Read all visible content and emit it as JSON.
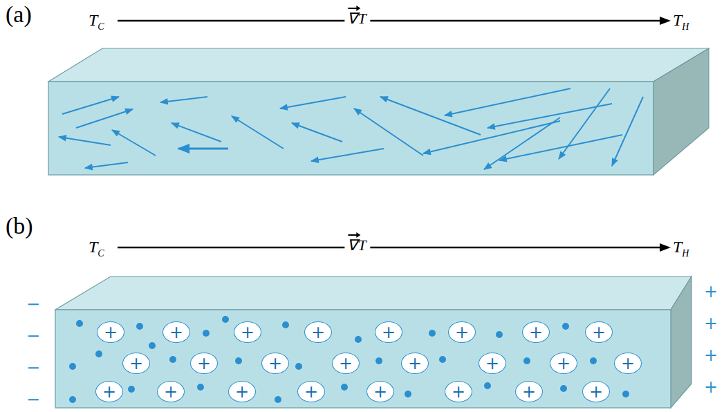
{
  "diagram": {
    "nodes": [
      {
        "text": [
          "+"
        ]
      },
      {
        "text": [
          "+"
        ]
      },
      {
        "text": [
          "+"
        ]
      },
      {
        "text": [
          "+"
        ]
      },
      {
        "text": [
          "+"
        ]
      },
      {
        "text": [
          "+"
        ]
      },
      {
        "text": [
          "+"
        ]
      },
      {
        "text": [
          "+"
        ]
      },
      {
        "text": [
          "+"
        ]
      },
      {
        "text": [
          "+"
        ]
      },
      {
        "text": [
          "+"
        ]
      },
      {
        "text": [
          "+"
        ]
      },
      {
        "text": [
          "+"
        ]
      },
      {
        "text": [
          "+"
        ]
      },
      {
        "text": [
          "+"
        ]
      },
      {
        "text": [
          "+"
        ]
      },
      {
        "text": [
          "+"
        ]
      },
      {
        "text": [
          "+"
        ]
      },
      {
        "text": [
          "+"
        ]
      },
      {
        "text": [
          "+"
        ]
      },
      {
        "text": [
          "+"
        ]
      },
      {
        "text": [
          "+"
        ]
      },
      {
        "text": [
          "+"
        ]
      },
      {
        "text": [
          "+"
        ]
      }
    ],
    "labels": [
      "(a)",
      "TC",
      "∇T",
      "TH",
      "(b)",
      "TC",
      "∇T",
      "TH",
      "−",
      "−",
      "−",
      "−",
      "+",
      "+",
      "+",
      "+"
    ]
  }
}
